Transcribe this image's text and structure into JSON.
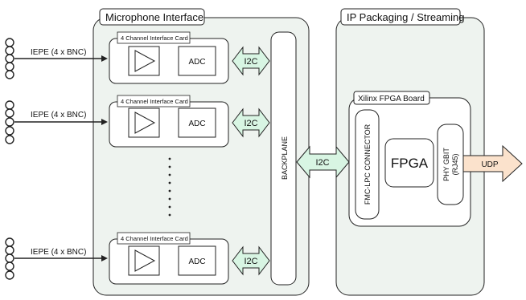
{
  "colors": {
    "panel_fill": "#eef3ef",
    "box_fill": "#ffffff",
    "stroke": "#222222",
    "i2c_fill": "#d8f5e3",
    "udp_fill": "#fbe2cc"
  },
  "sections": {
    "microphone": {
      "title": "Microphone Interface"
    },
    "ip": {
      "title": "IP Packaging / Streaming"
    }
  },
  "inputs": [
    {
      "label": "IEPE (4 x BNC)"
    },
    {
      "label": "IEPE (4 x BNC)"
    },
    {
      "label": "IEPE (4 x BNC)"
    }
  ],
  "cards": [
    {
      "title": "4 Channel Interface Card",
      "adc": "ADC",
      "i2c": "I2C"
    },
    {
      "title": "4 Channel Interface Card",
      "adc": "ADC",
      "i2c": "I2C"
    },
    {
      "title": "4 Channel Interface Card",
      "adc": "ADC",
      "i2c": "I2C"
    }
  ],
  "backplane": "BACKPLANE",
  "bus_i2c": "I2C",
  "fpga_board": {
    "title": "Xilinx FPGA Board",
    "connector": "FMC-LPC CONNECTOR",
    "fpga": "FPGA",
    "phy_line1": "PHY GBIT",
    "phy_line2": "(RJ45)"
  },
  "output": "UDP"
}
